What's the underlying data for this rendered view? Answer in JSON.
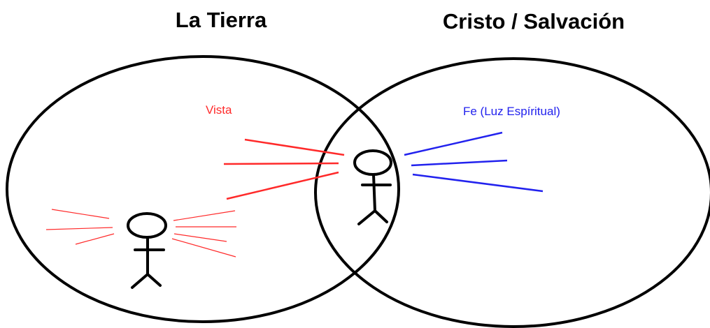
{
  "left_region": {
    "title": "La Tierra",
    "label": "Vista"
  },
  "right_region": {
    "title": "Cristo / Salvación",
    "label": "Fe (Luz Espíritual)"
  },
  "colors": {
    "outline": "#000000",
    "vista": "#ff2a2a",
    "fe": "#2222ee",
    "background": "#ffffff"
  }
}
